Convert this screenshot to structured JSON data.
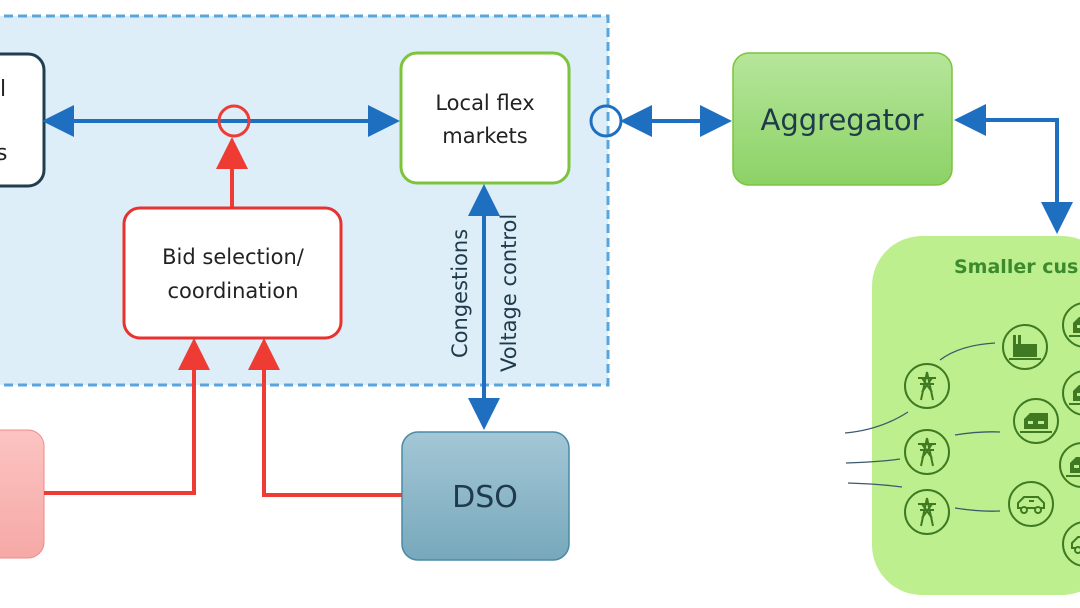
{
  "colors": {
    "arrow_blue": "#1e6fc0",
    "arrow_red": "#ee3b33",
    "region_fill": "#ddeef8",
    "region_stroke": "#5aa6dc",
    "green_stroke": "#7cc43a",
    "customer_fill": "#bdef8e",
    "dso_fill": "#8ab7c9",
    "icon_green": "#3f7a22"
  },
  "nodes": {
    "left_partial": {
      "line1": "l",
      "line2": "s"
    },
    "local_flex": {
      "line1": "Local flex",
      "line2": "markets"
    },
    "aggregator": {
      "label": "Aggregator"
    },
    "bid": {
      "line1": "Bid selection/",
      "line2": "coordination"
    },
    "dso": {
      "label": "DSO"
    },
    "customers": {
      "title": "Smaller cus"
    }
  },
  "edges": {
    "congestions": "Congestions",
    "voltage": "Voltage control"
  },
  "icons": [
    "pylon-icon",
    "factory-icon",
    "house-icon",
    "electric-car-icon"
  ]
}
